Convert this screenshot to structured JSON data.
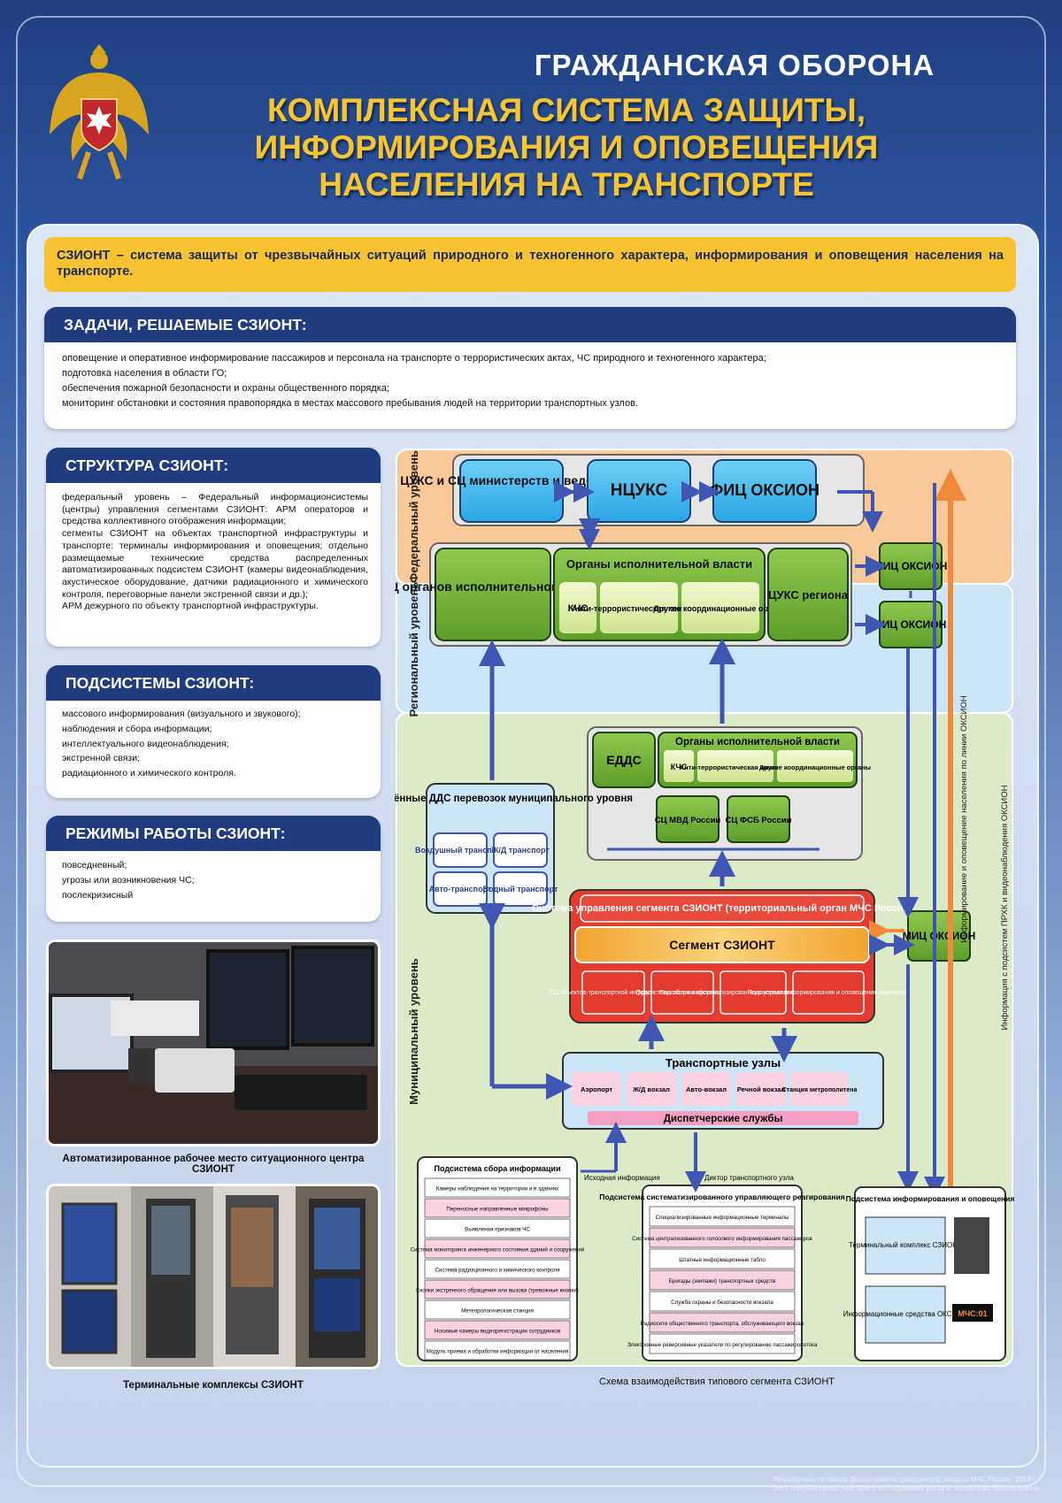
{
  "header": {
    "subtitle": "ГРАЖДАНСКАЯ  ОБОРОНА",
    "title_lines": [
      "КОМПЛЕКСНАЯ  СИСТЕМА  ЗАЩИТЫ,",
      "ИНФОРМИРОВАНИЯ И ОПОВЕЩЕНИЯ",
      "НАСЕЛЕНИЯ НА ТРАНСПОРТЕ"
    ]
  },
  "definition": "СЗИОНТ – система защиты от чрезвычайных ситуаций природного и техногенного характера, информирования и оповещения населения на транспорте.",
  "tasks": {
    "title": "ЗАДАЧИ, РЕШАЕМЫЕ СЗИОНТ:",
    "items": [
      "оповещение и оперативное информирование пассажиров и персонала на транспорте о террористических актах, ЧС природного и техногенного характера;",
      "подготовка населения в области ГО;",
      "обеспечения пожарной безопасности и охраны общественного порядка;",
      "мониторинг обстановки и состояния правопорядка в местах массового пребывания людей на территории транспортных узлов."
    ]
  },
  "structure": {
    "title": "СТРУКТУРА СЗИОНТ:",
    "items": [
      "федеральный уровень – Федеральный информационсистемы (центры) управления сегментами СЗИОНТ: АРМ операторов и средства коллективного отображения информации;",
      "сегменты СЗИОНТ на объектах транспортной инфраструктуры и транспорте: терминалы информирования и оповещения; отдельно размещаемые технические средства распределенных автоматизированных подсистем СЗИОНТ (камеры видеонаблюдения, акустическое оборудование, датчики радиационного и химического контроля, переговорные панели экстренной связи и др.);",
      "АРМ дежурного по объекту транспортной инфраструктуры."
    ]
  },
  "subsystems": {
    "title": "ПОДСИСТЕМЫ СЗИОНТ:",
    "items": [
      "массового информирования (визуального и звукового);",
      " наблюдения и сбора информации;",
      "интеллектуального видеонаблюдения;",
      "экстренной связи;",
      "радиационного и химического контроля."
    ]
  },
  "modes": {
    "title": "РЕЖИМЫ РАБОТЫ СЗИОНТ:",
    "items": [
      "повседневный;",
      "угрозы или возникновения ЧС;",
      "послекризисный"
    ]
  },
  "captions": {
    "workstation": "Автоматизированное рабочее место ситуационного центра СЗИОНТ",
    "terminals": "Терминальные комплексы СЗИОНТ",
    "scheme": "Схема взаимодействия типового сегмента СЗИОНТ"
  },
  "diagram": {
    "levels": {
      "federal": "Федеральный уровень",
      "regional": "Региональный уровень",
      "municipal": "Муниципальный уровень"
    },
    "federal": {
      "cuks": "ЦУКС и СЦ министерств и ведомств",
      "ncuks": "НЦУКС",
      "fic": "ФИЦ ОКСИОН"
    },
    "regional": {
      "sc": "СЦ органов исполнительной власти",
      "organs": "Органы исполнительной власти",
      "kchs": "КЧС",
      "anti": "Анти-террористическая комиссия",
      "other": "Другие координационные органы",
      "cuks": "ЦУКС региона",
      "mic": "МИЦ ОКСИОН",
      "ric": "РИЦ ОКСИОН"
    },
    "municipal": {
      "edds": "ЕДДС",
      "organs": "Органы исполнительной власти",
      "kchs": "КЧС",
      "anti": "Анти-террористическая комиссия",
      "other": "Другие координационные органы",
      "mvd": "СЦ МВД России",
      "fsb": "СЦ ФСБ России",
      "dds": "Объединённые ДДС перевозок муниципального уровня",
      "air": "Воздушный транспорт",
      "rail": "Ж/Д транспорт",
      "auto": "Авто-транспорт",
      "water": "Водный транспорт",
      "mgmt": "Система управления сегмента СЗИОНТ (территориальный орган МЧС России)",
      "segment": "Сегмент СЗИОНТ",
      "sub": [
        "СЦ объектов транспортной инфраструктуры",
        "Подсистема сбора информации",
        "Подсистема систематизированного управляющего реагирования",
        "Подсистема информирования и оповещения населения"
      ],
      "mic": "МИЦ ОКСИОН",
      "hubs_title": "Транспортные узлы",
      "hubs": [
        "Аэропорт",
        "Ж/Д вокзал",
        "Авто-вокзал",
        "Речной вокзал",
        "Станция метрополитена"
      ],
      "dispatch": "Диспетчерские службы",
      "src_info": "Исходная информация",
      "dictor": "Диктор транспортного узла",
      "collect_title": "Подсистема сбора информации",
      "collect": [
        "Камеры наблюдения на территории и в зданиях",
        "Переносные направленные микрофоны",
        "Выявления признаков ЧС",
        "Система мониторинга инженерного состояния зданий и сооружений",
        "Система радиационного и химического контроля",
        "Кнопки экстренного обращения или вызова (тревожные кнопки)",
        "Метеорологическая станция",
        "Носимые камеры видеорегистрации сотрудников",
        "Модуль приема и обработки информации от населения"
      ],
      "react_title": "Подсистема систематизированного управляющего реагирования",
      "react": [
        "Специализированные информационные терминалы",
        "Система централизованного голосового информирования пассажиров",
        "Штатные информационные табло",
        "Бригады (экипажи) транспортных средств",
        "Служба охраны и безопасности вокзала",
        "Радиосети общественного транспорта, обслуживающего вокзал",
        "Электронные реверсивные указатели по регулированию пассажиропотока"
      ],
      "inform_title": "Подсистема информирования и оповещения",
      "terminal": "Терминальный комплекс СЗИОНТ",
      "oksion": "Информационные средства ОКСИОН",
      "mchs_sign": "МЧС:01"
    },
    "side_text_1": "Информирование и оповещение населения по линии ОКСИОН",
    "side_text_2": "Информация с подсистем ПРХК и видеонаблюдения ОКСИОН"
  },
  "footer": [
    "Разработано по заказу Департамента гражданской защиты МЧС России, 2014 г.",
    "ЗАО «Научно-проектный центр исследования риска и экспертизы безопасности»"
  ],
  "colors": {
    "navy": "#213c7e",
    "gold": "#f7c531",
    "orange_level": "#f9c99a",
    "blue_level": "#cde6f7",
    "green_level": "#dcebc7"
  }
}
